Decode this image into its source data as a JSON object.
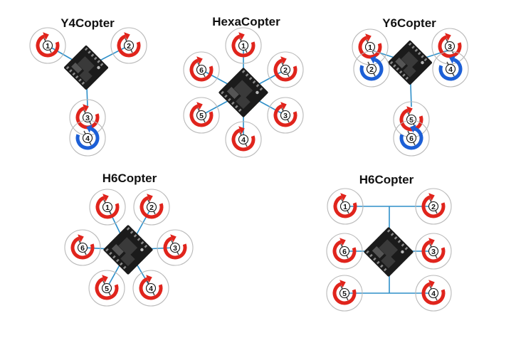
{
  "colors": {
    "arm": "#2e8fc9",
    "ring": "#b9b9b9",
    "ccw": "#e0241c",
    "cw": "#1c5fd6",
    "board": "#1b1b1b",
    "chip": "#3a3a3a",
    "title": "#111111"
  },
  "diagrams": [
    {
      "id": "y4",
      "title": "Y4Copter",
      "motors": [
        {
          "label": "1",
          "rotation": "ccw-red"
        },
        {
          "label": "2",
          "rotation": "ccw-red"
        },
        {
          "label": "3",
          "rotation": "ccw-red"
        },
        {
          "label": "4",
          "rotation": "cw-blue"
        }
      ]
    },
    {
      "id": "hexa",
      "title": "HexaCopter",
      "motors": [
        {
          "label": "1",
          "rotation": "ccw-red"
        },
        {
          "label": "2",
          "rotation": "ccw-red"
        },
        {
          "label": "3",
          "rotation": "ccw-red"
        },
        {
          "label": "4",
          "rotation": "ccw-red"
        },
        {
          "label": "5",
          "rotation": "ccw-red"
        },
        {
          "label": "6",
          "rotation": "ccw-red"
        }
      ]
    },
    {
      "id": "y6",
      "title": "Y6Copter",
      "motors": [
        {
          "label": "1",
          "rotation": "ccw-red"
        },
        {
          "label": "2",
          "rotation": "cw-blue"
        },
        {
          "label": "3",
          "rotation": "ccw-red"
        },
        {
          "label": "4",
          "rotation": "cw-blue"
        },
        {
          "label": "5",
          "rotation": "ccw-red"
        },
        {
          "label": "6",
          "rotation": "cw-blue"
        }
      ]
    },
    {
      "id": "h6a",
      "title": "H6Copter",
      "motors": [
        {
          "label": "1",
          "rotation": "ccw-red"
        },
        {
          "label": "2",
          "rotation": "ccw-red"
        },
        {
          "label": "3",
          "rotation": "ccw-red"
        },
        {
          "label": "4",
          "rotation": "ccw-red"
        },
        {
          "label": "5",
          "rotation": "ccw-red"
        },
        {
          "label": "6",
          "rotation": "ccw-red"
        }
      ]
    },
    {
      "id": "h6b",
      "title": "H6Copter",
      "motors": [
        {
          "label": "1",
          "rotation": "ccw-red"
        },
        {
          "label": "2",
          "rotation": "ccw-red"
        },
        {
          "label": "3",
          "rotation": "ccw-red"
        },
        {
          "label": "4",
          "rotation": "ccw-red"
        },
        {
          "label": "5",
          "rotation": "ccw-red"
        },
        {
          "label": "6",
          "rotation": "ccw-red"
        }
      ]
    }
  ]
}
